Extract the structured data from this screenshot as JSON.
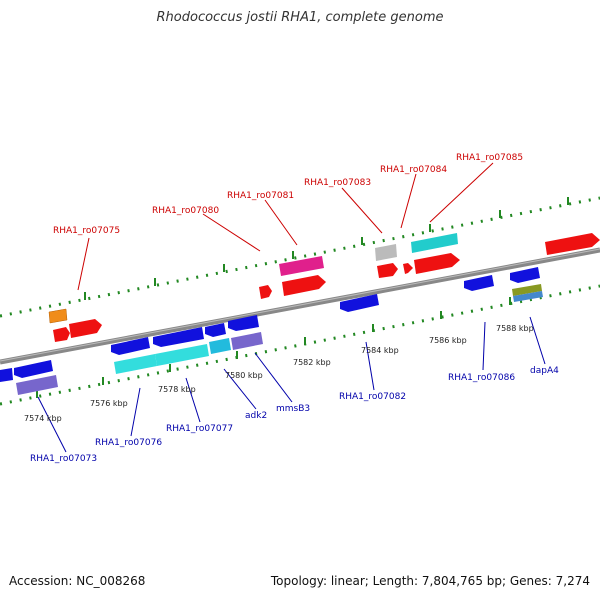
{
  "title": "Rhodococcus jostii RHA1, complete genome",
  "footer": {
    "accession": "Accession: NC_008268",
    "topology": "Topology: linear; Length: 7,804,765 bp; Genes: 7,274"
  },
  "colors": {
    "forward_gene": "#ee1111",
    "reverse_gene": "#1111dd",
    "backbone": "#888888",
    "tick": "#228822",
    "label_forward": "#cc0000",
    "label_reverse": "#0000aa"
  },
  "ticks": [
    {
      "label": "7574 kbp"
    },
    {
      "label": "7576 kbp"
    },
    {
      "label": "7578 kbp"
    },
    {
      "label": "7580 kbp"
    },
    {
      "label": "7582 kbp"
    },
    {
      "label": "7584 kbp"
    },
    {
      "label": "7586 kbp"
    },
    {
      "label": "7588 kbp"
    }
  ],
  "forward_labels": [
    {
      "text": "RHA1_ro07075"
    },
    {
      "text": "RHA1_ro07080"
    },
    {
      "text": "RHA1_ro07081"
    },
    {
      "text": "RHA1_ro07083"
    },
    {
      "text": "RHA1_ro07084"
    },
    {
      "text": "RHA1_ro07085"
    }
  ],
  "reverse_labels": [
    {
      "text": "RHA1_ro07073"
    },
    {
      "text": "RHA1_ro07076"
    },
    {
      "text": "RHA1_ro07077"
    },
    {
      "text": "adk2"
    },
    {
      "text": "mmsB3"
    },
    {
      "text": "RHA1_ro07082"
    },
    {
      "text": "RHA1_ro07086"
    },
    {
      "text": "dapA4"
    }
  ]
}
